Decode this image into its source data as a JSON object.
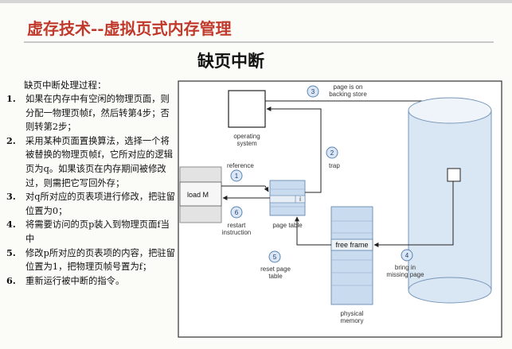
{
  "slide": {
    "title": "虚存技术--虚拟页式内存管理",
    "subtitle": "缺页中断"
  },
  "steps": {
    "heading": "缺页中断处理过程：",
    "items": [
      {
        "num": "1.",
        "text": "如果在内存中有空闲的物理页面，则分配一物理页帧f，然后转第4步；否则转第2步；"
      },
      {
        "num": "2.",
        "text": "采用某种页面置换算法，选择一个将被替换的物理页帧f，它所对应的逻辑页为q。如果该页在内存期间被修改过，则需把它写回外存；"
      },
      {
        "num": "3.",
        "text": "对q所对应的页表项进行修改，把驻留位置为0；"
      },
      {
        "num": "4.",
        "text": "将需要访问的页p装入到物理页面f当中"
      },
      {
        "num": "5.",
        "text": "修改p所对应的页表项的内容，把驻留位置为1，把物理页帧号置为f；"
      },
      {
        "num": "6.",
        "text": "重新运行被中断的指令。"
      }
    ]
  },
  "diagram": {
    "os_label_1": "operating",
    "os_label_2": "system",
    "reference": "reference",
    "trap": "trap",
    "load_m": "load M",
    "restart_1": "restart",
    "restart_2": "instruction",
    "page_table": "page table",
    "page_table_marker": "i",
    "page_on_1": "page is on",
    "page_on_2": "backing store",
    "free_frame": "free frame",
    "reset_1": "reset page",
    "reset_2": "table",
    "bring_1": "bring in",
    "bring_2": "missing page",
    "physical_1": "physical",
    "physical_2": "memory",
    "step_numbers": [
      "1",
      "2",
      "3",
      "4",
      "5",
      "6"
    ]
  },
  "colors": {
    "title": "#c0392b",
    "circle_fill": "#dbe7f6",
    "circle_stroke": "#5b84b1",
    "table_fill": "#c9dcef",
    "cylinder_fill": "#d9e6f3"
  }
}
